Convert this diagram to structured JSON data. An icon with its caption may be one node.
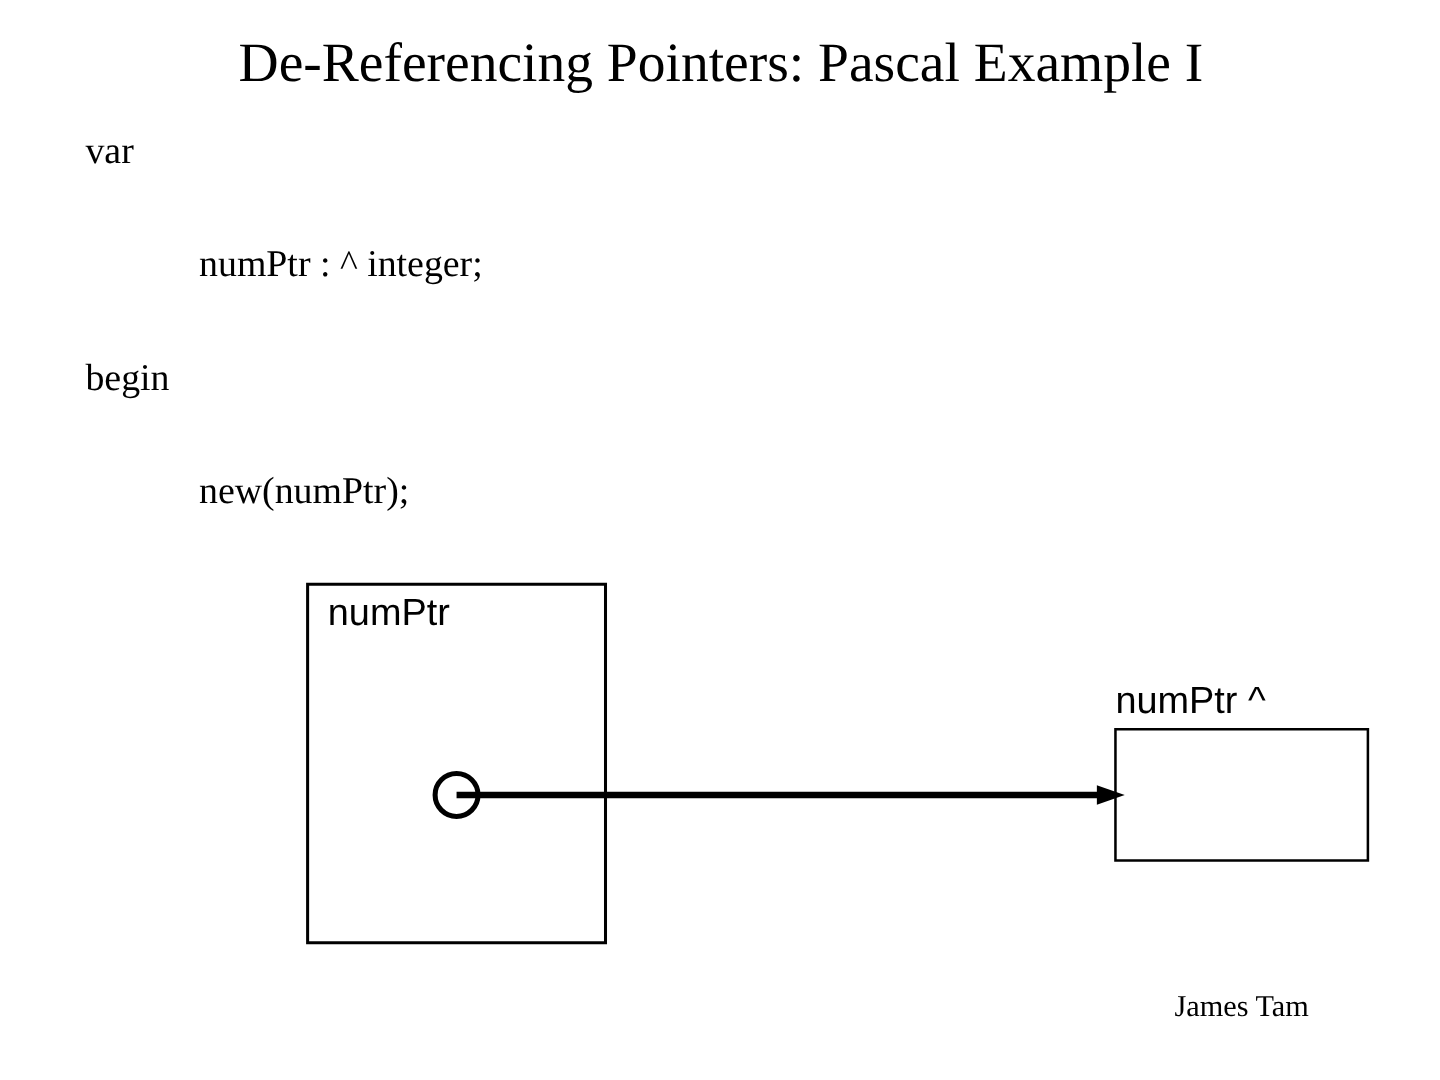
{
  "diagram": {
    "title": "De-Referencing Pointers: Pascal Example I",
    "nodes": [
      {
        "text": [
          "numPtr"
        ]
      },
      {
        "text": [],
        "shape": "circle",
        "in": 0
      },
      {
        "text": [
          "numPtr ^"
        ]
      }
    ],
    "edges": [
      {
        "from": 1,
        "to": 2,
        "arrow": "to"
      }
    ],
    "labels": [
      "var",
      "numPtr : ^ integer;",
      "begin",
      "new(numPtr);",
      "James Tam"
    ]
  }
}
